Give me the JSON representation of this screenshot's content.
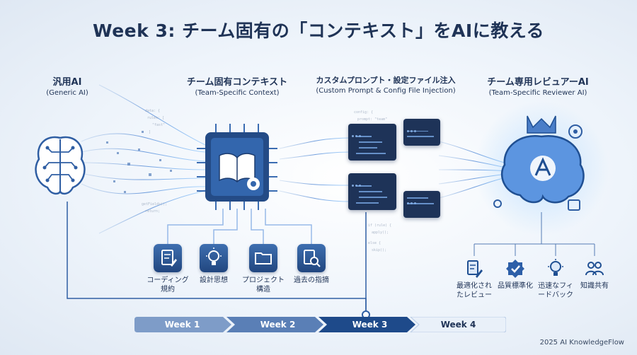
{
  "title": "Week 3: チーム固有の「コンテキスト」をAIに教える",
  "columns": {
    "generic": {
      "main": "汎用AI",
      "sub": "(Generic AI)"
    },
    "context": {
      "main": "チーム固有コンテキスト",
      "sub": "(Team-Specific Context)"
    },
    "injection": {
      "main": "カスタムプロンプト・設定ファイル注入",
      "sub": "(Custom Prompt & Config File Injection)"
    },
    "reviewer": {
      "main": "チーム専用レビュアーAI",
      "sub": "(Team-Specific Reviewer AI)"
    }
  },
  "context_items": [
    {
      "label": "コーディング\n規約",
      "icon": "document-edit-icon"
    },
    {
      "label": "設計思想",
      "icon": "lightbulb-icon"
    },
    {
      "label": "プロジェクト\n構造",
      "icon": "folder-icon"
    },
    {
      "label": "過去の指摘",
      "icon": "document-search-icon"
    }
  ],
  "reviewer_items": [
    {
      "label": "最適化され\nたレビュー",
      "icon": "document-pen-icon"
    },
    {
      "label": "品質標準化",
      "icon": "badge-check-icon"
    },
    {
      "label": "迅速なフィ\nードバック",
      "icon": "lightbulb-icon"
    },
    {
      "label": "知識共有",
      "icon": "people-icon"
    }
  ],
  "weeks": [
    "Week 1",
    "Week 2",
    "Week 3",
    "Week 4"
  ],
  "active_week": "Week 3",
  "footer": "2025 AI KnowledgeFlow",
  "colors": {
    "primary": "#1f3356",
    "accent": "#2d5fa8",
    "active": "#1e4a8a",
    "light": "#e9f0f9"
  }
}
